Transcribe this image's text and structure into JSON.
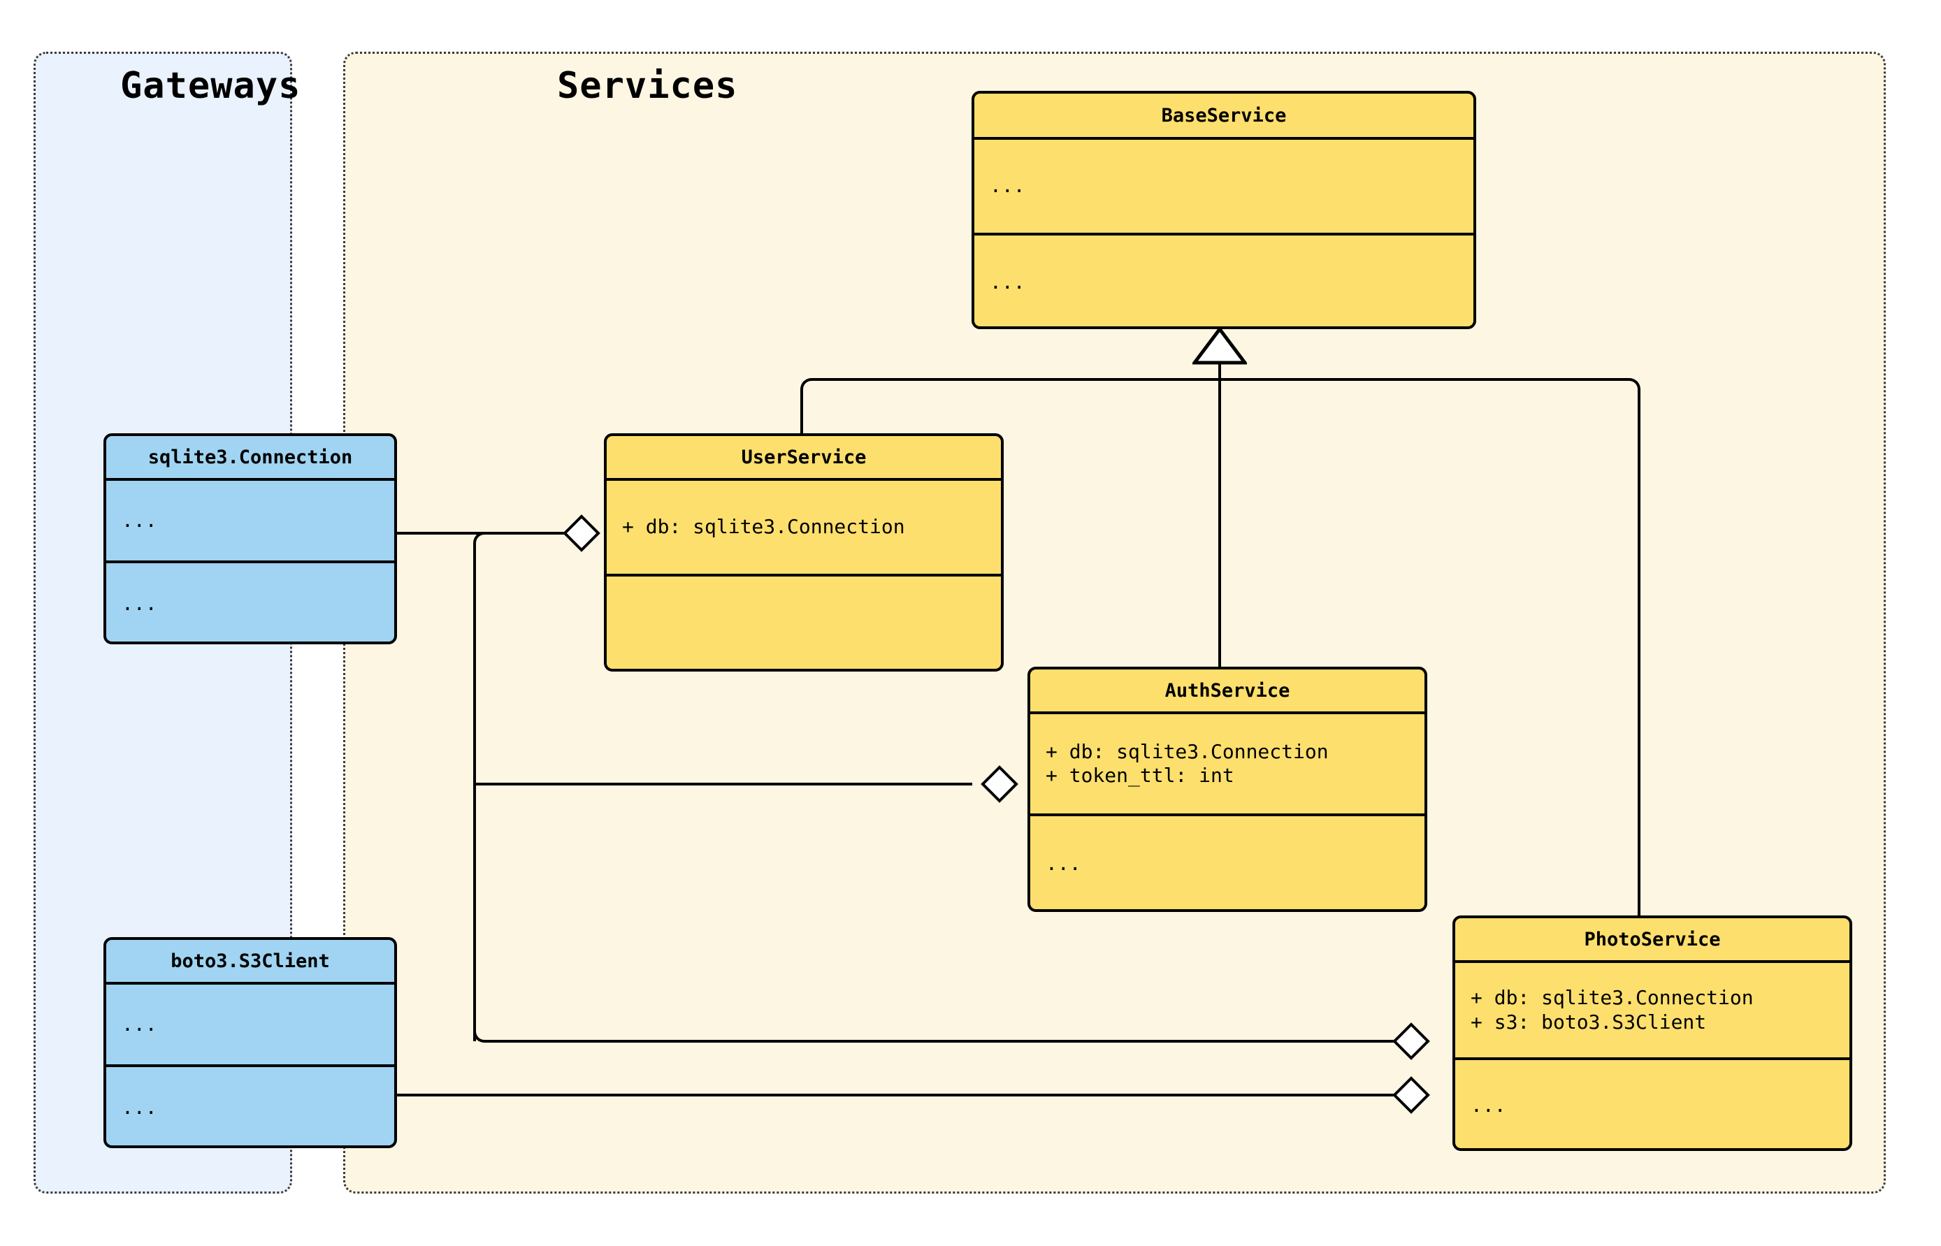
{
  "diagram": {
    "type": "uml-class-diagram",
    "packages": [
      {
        "id": "gateways",
        "title": "Gateways",
        "fill": "#e9f2fd"
      },
      {
        "id": "services",
        "title": "Services",
        "fill": "#fdf6e3"
      }
    ],
    "classes": [
      {
        "id": "base-service",
        "name": "BaseService",
        "package": "services",
        "fill": "#fddf6d",
        "attributes": "...",
        "methods": "..."
      },
      {
        "id": "user-service",
        "name": "UserService",
        "package": "services",
        "fill": "#fddf6d",
        "attributes": "+ db: sqlite3.Connection",
        "methods": ""
      },
      {
        "id": "auth-service",
        "name": "AuthService",
        "package": "services",
        "fill": "#fddf6d",
        "attributes": "+ db: sqlite3.Connection\n+ token_ttl: int",
        "methods": "..."
      },
      {
        "id": "photo-service",
        "name": "PhotoService",
        "package": "services",
        "fill": "#fddf6d",
        "attributes": "+ db: sqlite3.Connection\n+ s3: boto3.S3Client",
        "methods": "..."
      },
      {
        "id": "sqlite3-connection",
        "name": "sqlite3.Connection",
        "package": "gateways",
        "fill": "#a0d4f2",
        "attributes": "...",
        "methods": "..."
      },
      {
        "id": "boto3-s3client",
        "name": "boto3.S3Client",
        "package": "gateways",
        "fill": "#a0d4f2",
        "attributes": "...",
        "methods": "..."
      }
    ],
    "relationships": [
      {
        "kind": "generalization",
        "from": "UserService",
        "to": "BaseService"
      },
      {
        "kind": "generalization",
        "from": "AuthService",
        "to": "BaseService"
      },
      {
        "kind": "generalization",
        "from": "PhotoService",
        "to": "BaseService"
      },
      {
        "kind": "aggregation",
        "from": "UserService",
        "to": "sqlite3.Connection"
      },
      {
        "kind": "aggregation",
        "from": "AuthService",
        "to": "sqlite3.Connection"
      },
      {
        "kind": "aggregation",
        "from": "PhotoService",
        "to": "sqlite3.Connection"
      },
      {
        "kind": "aggregation",
        "from": "PhotoService",
        "to": "boto3.S3Client"
      }
    ],
    "colors": {
      "service_fill": "#fddf6d",
      "gateway_fill": "#a0d4f2",
      "service_panel": "#fdf6e3",
      "gateway_panel": "#e9f2fd",
      "stroke": "#000000",
      "background": "#ffffff"
    }
  }
}
